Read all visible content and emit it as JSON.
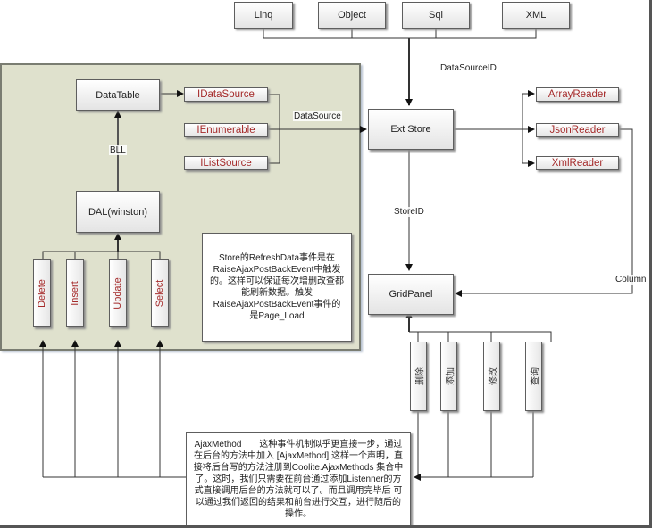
{
  "diagram": {
    "sources": [
      {
        "id": "linq",
        "label": "Linq"
      },
      {
        "id": "object",
        "label": "Object"
      },
      {
        "id": "sql",
        "label": "Sql"
      },
      {
        "id": "xml",
        "label": "XML"
      }
    ],
    "labels": {
      "datasourceid": "DataSourceID",
      "datasource": "DataSource",
      "bll": "BLL",
      "storeid": "StoreID",
      "column": "Column"
    },
    "nodes": {
      "datatable": "DataTable",
      "dal": "DAL(winston)",
      "ext_store": "Ext Store",
      "gridpanel": "GridPanel"
    },
    "interfaces": [
      {
        "id": "idatasource",
        "label": "IDataSource"
      },
      {
        "id": "ienumerable",
        "label": "IEnumerable"
      },
      {
        "id": "ilistsource",
        "label": "IListSource"
      }
    ],
    "readers": [
      {
        "id": "arrayreader",
        "label": "ArrayReader"
      },
      {
        "id": "jsonreader",
        "label": "JsonReader"
      },
      {
        "id": "xmlreader",
        "label": "XmlReader"
      }
    ],
    "dal_operations": [
      {
        "id": "delete",
        "label": "Delete"
      },
      {
        "id": "insert",
        "label": "Insert"
      },
      {
        "id": "update",
        "label": "Update"
      },
      {
        "id": "select",
        "label": "Select"
      }
    ],
    "grid_operations": [
      {
        "id": "delete-cn",
        "label": "删除"
      },
      {
        "id": "add-cn",
        "label": "添加"
      },
      {
        "id": "modify-cn",
        "label": "修改"
      },
      {
        "id": "query-cn",
        "label": "查询"
      }
    ],
    "notes": {
      "store_refresh": "Store的RefreshData事件是在RaiseAjaxPostBackEvent中触发的。这样可以保证每次增删改查都能刷新数据。触发RaiseAjaxPostBackEvent事件的是Page_Load",
      "ajax_method": "AjaxMethod　　这种事件机制似乎更直接一步，通过在后台的方法中加入 [AjaxMethod] 这样一个声明，直接将后台写的方法注册到Coolite.AjaxMethods 集合中了。这时，我们只需要在前台通过添加Listenner的方式直接调用后台的方法就可以了。而且调用完毕后 可以通过我们返回的结果和前台进行交互，进行随后的操作。"
    },
    "colors": {
      "panel_bg": "#dfe1cd",
      "interface_text": "#a52a2a",
      "line": "#333333"
    }
  }
}
